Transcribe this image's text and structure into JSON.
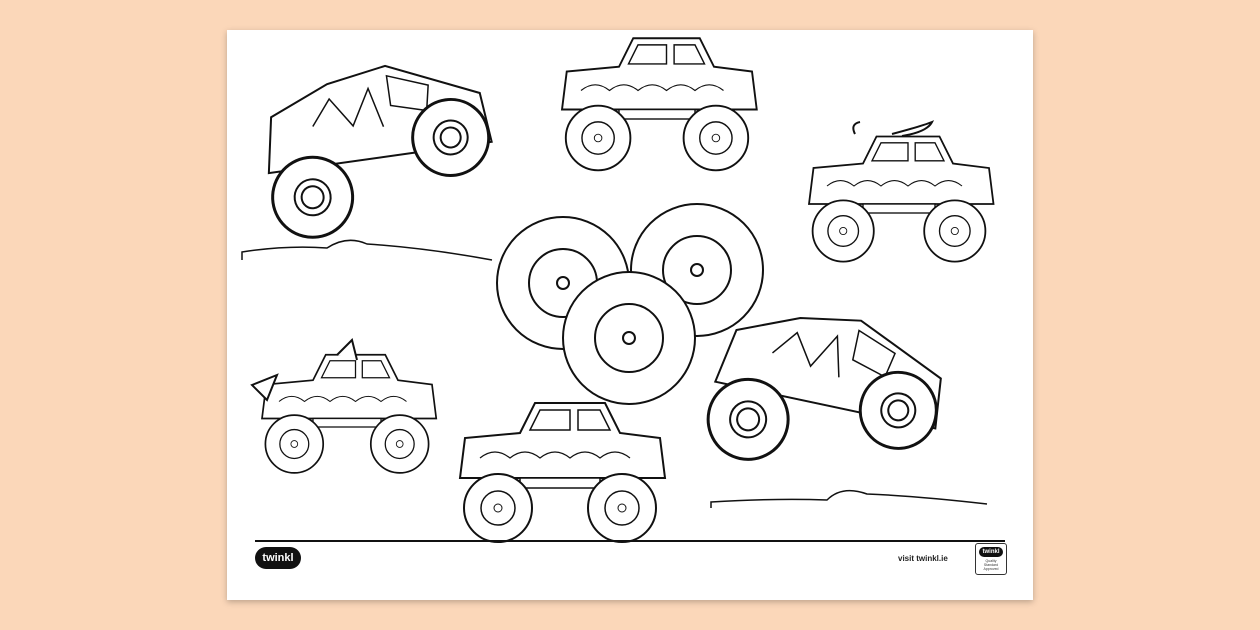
{
  "footer": {
    "logo_text": "twinkl",
    "visit_text": "visit twinkl.ie",
    "badge": {
      "logo_text": "twinkl",
      "label": "Quality Standard Approved"
    }
  },
  "colors": {
    "background": "#fbd7b9",
    "page": "#ffffff",
    "ink": "#111111"
  }
}
